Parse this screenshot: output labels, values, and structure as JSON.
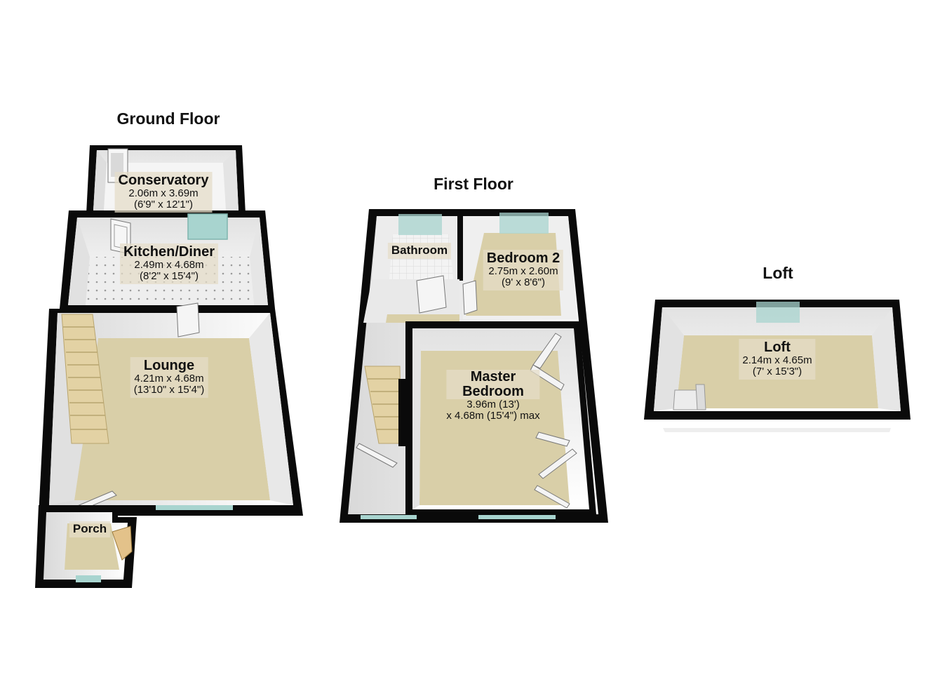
{
  "floors": {
    "ground": {
      "title": "Ground Floor"
    },
    "first": {
      "title": "First Floor"
    },
    "loft": {
      "title": "Loft"
    }
  },
  "rooms": {
    "conservatory": {
      "name": "Conservatory",
      "dim1": "2.06m x 3.69m",
      "dim2": "(6'9\" x 12'1\")"
    },
    "kitchen": {
      "name": "Kitchen/Diner",
      "dim1": "2.49m x 4.68m",
      "dim2": "(8'2\" x 15'4\")"
    },
    "lounge": {
      "name": "Lounge",
      "dim1": "4.21m x 4.68m",
      "dim2": "(13'10\" x 15'4\")"
    },
    "porch": {
      "name": "Porch"
    },
    "bathroom": {
      "name": "Bathroom"
    },
    "bedroom2": {
      "name": "Bedroom 2",
      "dim1": "2.75m x 2.60m",
      "dim2": "(9' x 8'6\")"
    },
    "master": {
      "name_line1": "Master",
      "name_line2": "Bedroom",
      "dim1": "3.96m (13')",
      "dim2": "x 4.68m (15'4\") max"
    },
    "loft": {
      "name": "Loft",
      "dim1": "2.14m x 4.65m",
      "dim2": "(7' x 15'3\")"
    }
  },
  "colors": {
    "wall": "#0a0a0a",
    "carpet": "#d9cfa8",
    "inner_wall": "#f2f2f2",
    "tile": "#ececec",
    "window": "#a8d4cf",
    "door": "#f4f4f4",
    "stairs": "#e3d2a4"
  }
}
